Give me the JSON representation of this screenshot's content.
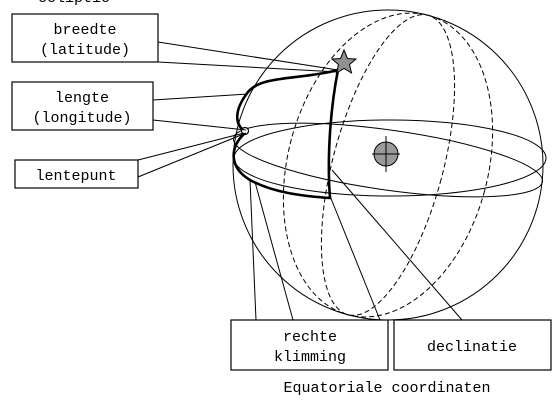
{
  "top_fragment": "ecliptic",
  "labels": {
    "breedte": [
      "breedte",
      "(latitude)"
    ],
    "lengte": [
      "lengte",
      "(longitude)"
    ],
    "lentepunt": "lentepunt",
    "rechte_klimming": [
      "rechte",
      "klimming"
    ],
    "declinatie": "declinatie"
  },
  "caption": "Equatoriale coordinaten",
  "colors": {
    "line": "#000000",
    "star": "#8f8f8f",
    "earth": "#9a9a9a",
    "background": "#ffffff"
  },
  "icons": {
    "star": "star-icon",
    "earth": "earth-icon"
  }
}
